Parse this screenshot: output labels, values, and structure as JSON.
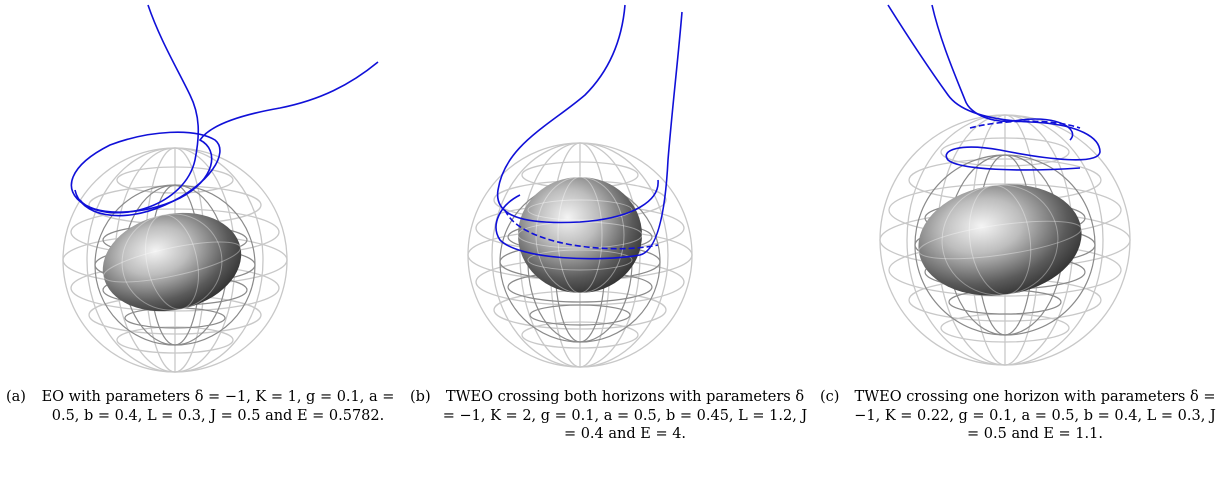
{
  "figures": [
    {
      "label": "(a)",
      "caption": "EO with parameters δ = −1, K = 1, g = 0.1, a = 0.5, b = 0.4, L = 0.3, J = 0.5 and E = 0.5782."
    },
    {
      "label": "(b)",
      "caption": "TWEO crossing both horizons with parameters δ = −1, K = 2, g = 0.1, a = 0.5, b = 0.45, L = 1.2, J = 0.4 and E = 4."
    },
    {
      "label": "(c)",
      "caption": "TWEO crossing one horizon with parameters δ = −1, K = 0.22, g = 0.1, a = 0.5, b = 0.4, L = 0.3, J = 0.5 and E = 1.1."
    }
  ],
  "colors": {
    "orbit": "#1010d8",
    "outer_wireframe": "#c8c8c8",
    "inner_wireframe": "#8a8a8a",
    "solid_body": "#7a7a7a"
  }
}
